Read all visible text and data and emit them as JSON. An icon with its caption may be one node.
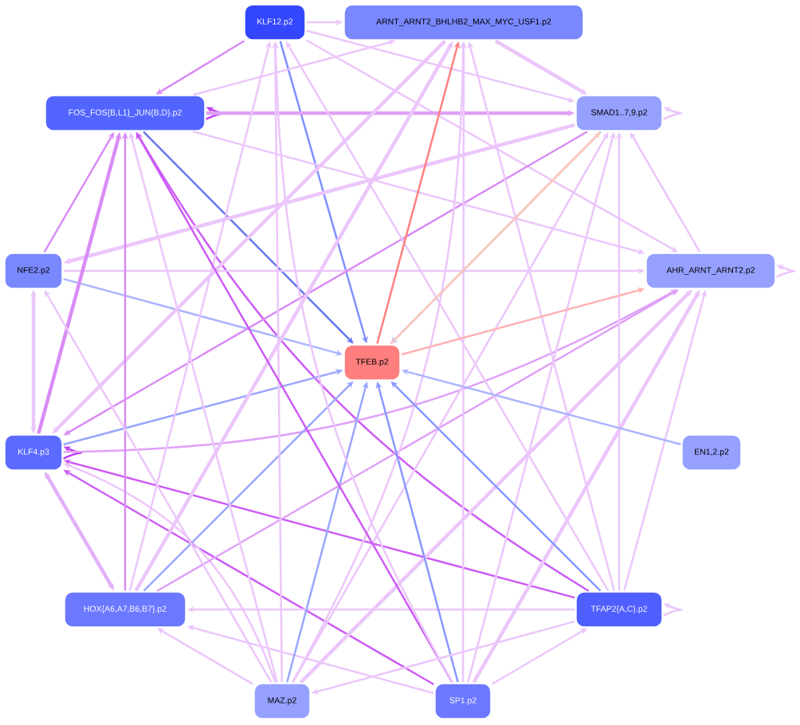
{
  "diagram": {
    "nodes": [
      {
        "text": [
          "KLF12.p2"
        ]
      },
      {
        "text": [
          "ARNT_ARNT2_BHLHB2_MAX_MYC_USF1.p2"
        ]
      },
      {
        "text": [
          "FOS_FOS{B,L1}_JUN{B,D}.p2"
        ]
      },
      {
        "text": [
          "SMAD1..7,9.p2"
        ]
      },
      {
        "text": [
          "NFE2.p2"
        ]
      },
      {
        "text": [
          "AHR_ARNT_ARNT2.p2"
        ]
      },
      {
        "text": [
          "TFEB.p2"
        ]
      },
      {
        "text": [
          "KLF4.p3"
        ]
      },
      {
        "text": [
          "EN1,2.p2"
        ]
      },
      {
        "text": [
          "HOX{A6,A7,B6,B7}.p2"
        ]
      },
      {
        "text": [
          "TFAP2{A,C}.p2"
        ]
      },
      {
        "text": [
          "MAZ.p2"
        ]
      },
      {
        "text": [
          "SP1.p2"
        ]
      }
    ],
    "edges": [
      {
        "from": 0,
        "to": 1,
        "arrow": "to"
      },
      {
        "from": 0,
        "to": 2,
        "arrow": "to",
        "color": "#d98cf5"
      },
      {
        "from": 0,
        "to": 6,
        "arrow": "to",
        "color": "#8090ff"
      },
      {
        "from": 0,
        "to": 3,
        "arrow": "to"
      },
      {
        "from": 0,
        "to": 5,
        "arrow": "to"
      },
      {
        "from": 2,
        "to": 1,
        "arrow": "to"
      },
      {
        "from": 2,
        "to": 2,
        "arrow": "to",
        "color": "#c040f0"
      },
      {
        "from": 2,
        "to": 3,
        "arrow": "to",
        "style": "thick",
        "color": "#dfa0f7"
      },
      {
        "from": 2,
        "to": 6,
        "arrow": "to",
        "color": "#6677ee"
      },
      {
        "from": 2,
        "to": 5,
        "arrow": "to"
      },
      {
        "from": 10,
        "to": 2,
        "arrow": "to",
        "color": "#cc5cf5"
      },
      {
        "from": 3,
        "to": 4,
        "arrow": "to",
        "style": "thick"
      },
      {
        "from": 3,
        "to": 3,
        "arrow": "to"
      },
      {
        "from": 1,
        "to": 3,
        "arrow": "to",
        "style": "thick"
      },
      {
        "from": 5,
        "to": 3,
        "arrow": "to"
      },
      {
        "from": 5,
        "to": 5,
        "arrow": "to"
      },
      {
        "from": 4,
        "to": 2,
        "arrow": "to",
        "color": "#d98cf5"
      },
      {
        "from": 4,
        "to": 5,
        "arrow": "to"
      },
      {
        "from": 4,
        "to": 6,
        "arrow": "to",
        "color": "#aab4ff"
      },
      {
        "from": 7,
        "to": 2,
        "arrow": "to",
        "style": "thick",
        "color": "#d98cf5"
      },
      {
        "from": 7,
        "to": 4,
        "arrow": "both",
        "style": "thick"
      },
      {
        "from": 7,
        "to": 7,
        "arrow": "to",
        "color": "#c040f0"
      },
      {
        "from": 7,
        "to": 6,
        "arrow": "to",
        "color": "#99a6ff"
      },
      {
        "from": 3,
        "to": 7,
        "arrow": "to",
        "color": "#d98cf5"
      },
      {
        "from": 7,
        "to": 5,
        "arrow": "to",
        "color": "#dfa0f7"
      },
      {
        "from": 1,
        "to": 7,
        "arrow": "to",
        "style": "thick"
      },
      {
        "from": 10,
        "to": 7,
        "arrow": "to",
        "color": "#cc5cf5"
      },
      {
        "from": 12,
        "to": 7,
        "arrow": "to",
        "color": "#cc5cf5"
      },
      {
        "from": 9,
        "to": 7,
        "arrow": "both",
        "style": "thick",
        "color": "#e2b0f8"
      },
      {
        "from": 11,
        "to": 7,
        "arrow": "to"
      },
      {
        "from": 9,
        "to": 2,
        "arrow": "to",
        "color": "#d98cf5"
      },
      {
        "from": 9,
        "to": 0,
        "arrow": "to"
      },
      {
        "from": 9,
        "to": 1,
        "arrow": "to",
        "style": "thick"
      },
      {
        "from": 9,
        "to": 6,
        "arrow": "to",
        "color": "#99a6ff"
      },
      {
        "from": 9,
        "to": 5,
        "arrow": "to",
        "color": "#dfa0f7"
      },
      {
        "from": 10,
        "to": 9,
        "arrow": "to"
      },
      {
        "from": 11,
        "to": 9,
        "arrow": "to"
      },
      {
        "from": 12,
        "to": 9,
        "arrow": "to"
      },
      {
        "from": 11,
        "to": 2,
        "arrow": "to"
      },
      {
        "from": 11,
        "to": 0,
        "arrow": "to"
      },
      {
        "from": 11,
        "to": 6,
        "arrow": "to",
        "color": "#99a6ff"
      },
      {
        "from": 11,
        "to": 1,
        "arrow": "to"
      },
      {
        "from": 11,
        "to": 3,
        "arrow": "to"
      },
      {
        "from": 11,
        "to": 5,
        "arrow": "to",
        "style": "thick"
      },
      {
        "from": 11,
        "to": 4,
        "arrow": "to"
      },
      {
        "from": 12,
        "to": 6,
        "arrow": "to",
        "color": "#8a98ff"
      },
      {
        "from": 12,
        "to": 2,
        "arrow": "to",
        "color": "#cc5cf5"
      },
      {
        "from": 12,
        "to": 0,
        "arrow": "to"
      },
      {
        "from": 12,
        "to": 1,
        "arrow": "to"
      },
      {
        "from": 12,
        "to": 3,
        "arrow": "to"
      },
      {
        "from": 12,
        "to": 5,
        "arrow": "to",
        "style": "thick"
      },
      {
        "from": 12,
        "to": 10,
        "arrow": "to"
      },
      {
        "from": 10,
        "to": 11,
        "arrow": "to"
      },
      {
        "from": 10,
        "to": 6,
        "arrow": "to",
        "color": "#8a98ff"
      },
      {
        "from": 10,
        "to": 3,
        "arrow": "to"
      },
      {
        "from": 10,
        "to": 5,
        "arrow": "to"
      },
      {
        "from": 10,
        "to": 1,
        "arrow": "to"
      },
      {
        "from": 10,
        "to": 0,
        "arrow": "to"
      },
      {
        "from": 10,
        "to": 10,
        "arrow": "to"
      },
      {
        "from": 8,
        "to": 6,
        "arrow": "to",
        "color": "#aab4ff"
      },
      {
        "from": 6,
        "to": 1,
        "arrow": "to",
        "color": "#ff8080"
      },
      {
        "from": 6,
        "to": 5,
        "arrow": "to",
        "color": "#ffb3b3"
      },
      {
        "from": 3,
        "to": 6,
        "arrow": "to",
        "color": "#aab4ff"
      },
      {
        "from": 6,
        "to": 3,
        "arrow": "to",
        "color": "#ffc8b8"
      }
    ]
  }
}
